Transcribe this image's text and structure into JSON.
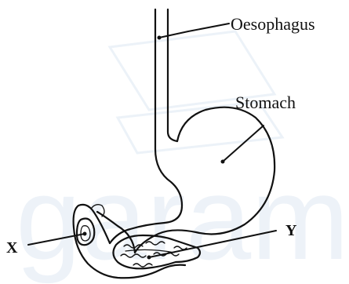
{
  "watermark": {
    "text": "garam.i"
  },
  "labels": {
    "oesophagus": "Oesophagus",
    "stomach": "Stomach",
    "x": "X",
    "y": "Y"
  },
  "colors": {
    "ink": "#111111",
    "watermark": "#dfe9f3",
    "background": "#ffffff"
  }
}
